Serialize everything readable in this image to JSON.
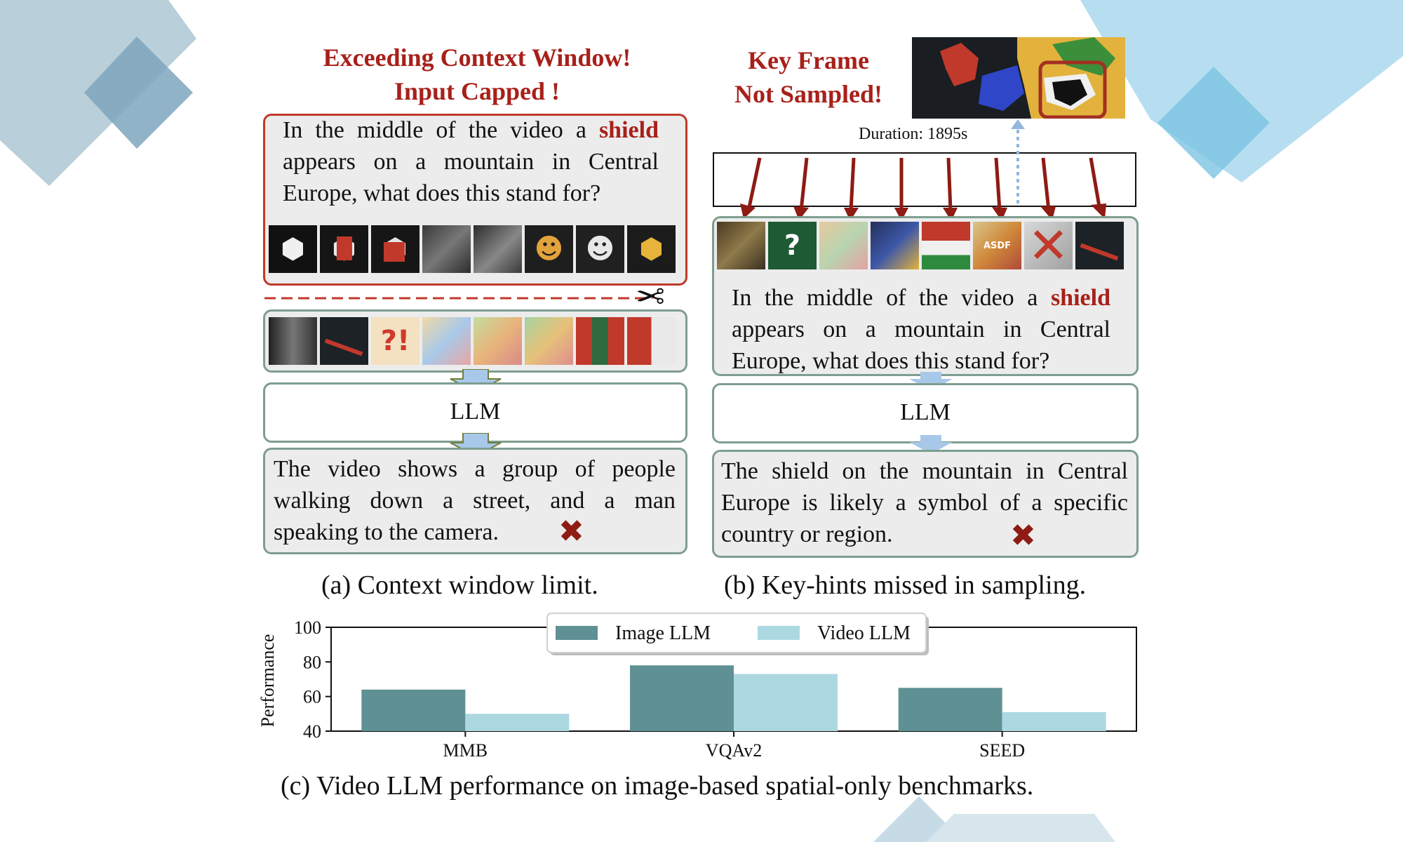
{
  "panel_a": {
    "warning_line1": "Exceeding Context Window!",
    "warning_line2": "Input Capped !",
    "question_before": "In the middle of the video a ",
    "question_highlight": "shield",
    "question_line2": "appears on a mountain in Central",
    "question_line3": "Europe, what does this stand for?",
    "llm_label": "LLM",
    "answer_line1": "The video shows a group of people",
    "answer_line2": "walking down a street, and a man",
    "answer_line3": "speaking to the camera.",
    "caption": "(a) Context window limit."
  },
  "panel_b": {
    "warning_line1": "Key Frame",
    "warning_line2": "Not Sampled!",
    "duration": "Duration: 1895s",
    "question_before": "In the middle of the video a ",
    "question_highlight": "shield",
    "question_line2": "appears on a mountain in Central",
    "question_line3": "Europe, what does this stand for?",
    "llm_label": "LLM",
    "answer_line1": "The shield on the mountain in Central",
    "answer_line2": "Europe is likely a symbol of a specific",
    "answer_line3": "country or region.",
    "thumb_labels": [
      "?",
      "ASDF"
    ],
    "caption": "(b) Key-hints missed in sampling."
  },
  "icons": {
    "wrong": "cross-mark-icon",
    "scissors": "scissors-icon",
    "wrong_glyph": "✖",
    "scissors_glyph": "✂"
  },
  "colors": {
    "accent_red": "#a8201a",
    "box_border": "#7e9e8f",
    "image_llm": "#5f9194",
    "video_llm": "#acd8e2",
    "arrow": "#a8cfe8"
  },
  "chart_data": {
    "type": "bar",
    "categories": [
      "MMB",
      "VQAv2",
      "SEED"
    ],
    "series": [
      {
        "name": "Image LLM",
        "values": [
          64,
          78,
          65
        ]
      },
      {
        "name": "Video LLM",
        "values": [
          50,
          73,
          51
        ]
      }
    ],
    "ylabel": "Performance",
    "ylim": [
      40,
      100
    ],
    "yticks": [
      40,
      60,
      80,
      100
    ],
    "legend": "top-center",
    "grid": false,
    "caption": "(c) Video LLM performance on image-based spatial-only benchmarks."
  }
}
